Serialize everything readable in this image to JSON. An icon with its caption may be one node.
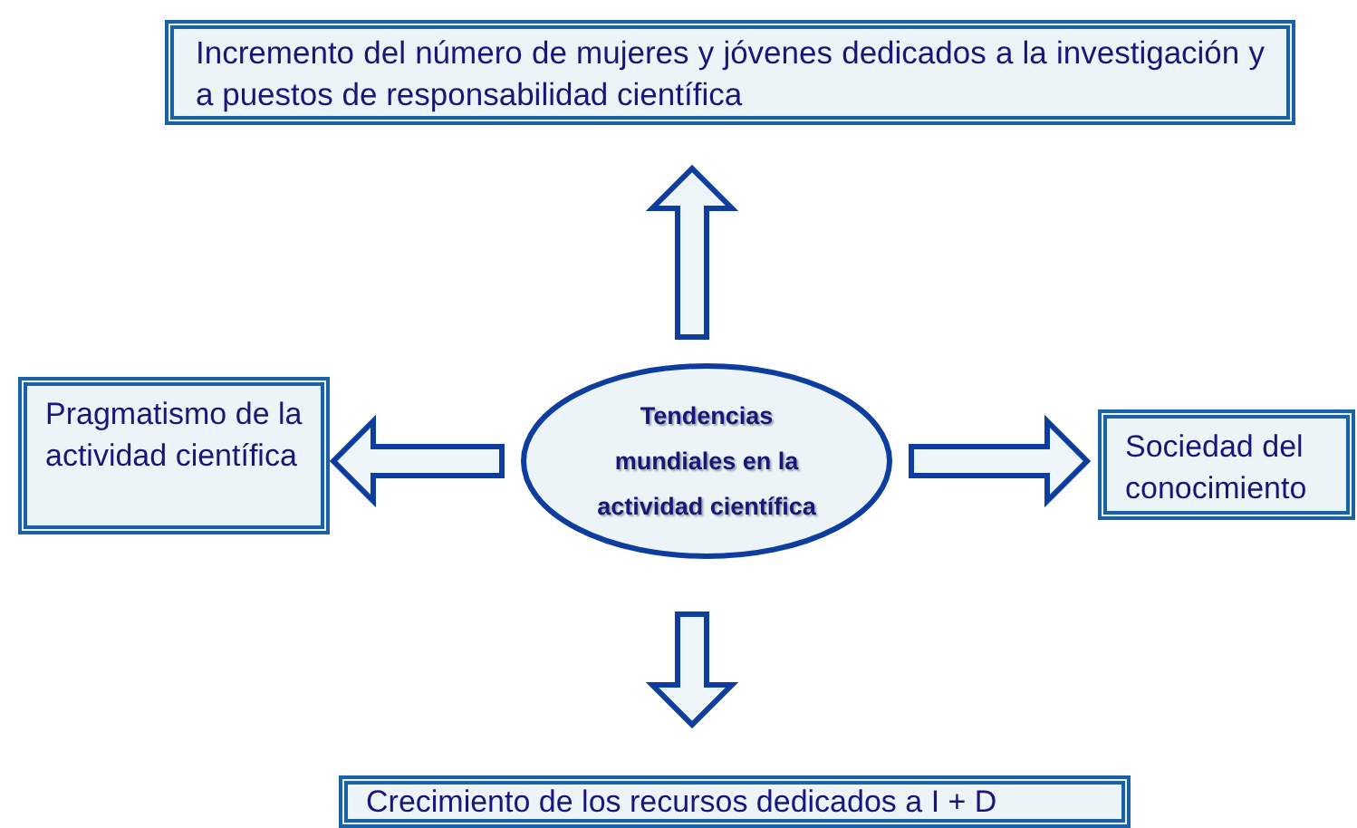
{
  "diagram": {
    "nodes": [
      {
        "text": [
          "Incremento del número de mujeres y jóvenes dedicados a la investigación y a puestos de responsabilidad científica"
        ]
      },
      {
        "text": [
          "Pragmatismo de la actividad científica"
        ]
      },
      {
        "text": [
          "Tendencias mundiales en la actividad científica"
        ]
      },
      {
        "text": [
          "Sociedad del conocimiento"
        ]
      },
      {
        "text": [
          "Crecimiento de los recursos dedicados a I + D"
        ]
      }
    ],
    "edges": [
      {
        "from": 2,
        "to": 0,
        "arrow": "to"
      },
      {
        "from": 2,
        "to": 1,
        "arrow": "to"
      },
      {
        "from": 2,
        "to": 3,
        "arrow": "to"
      },
      {
        "from": 2,
        "to": 4,
        "arrow": "to"
      }
    ]
  }
}
